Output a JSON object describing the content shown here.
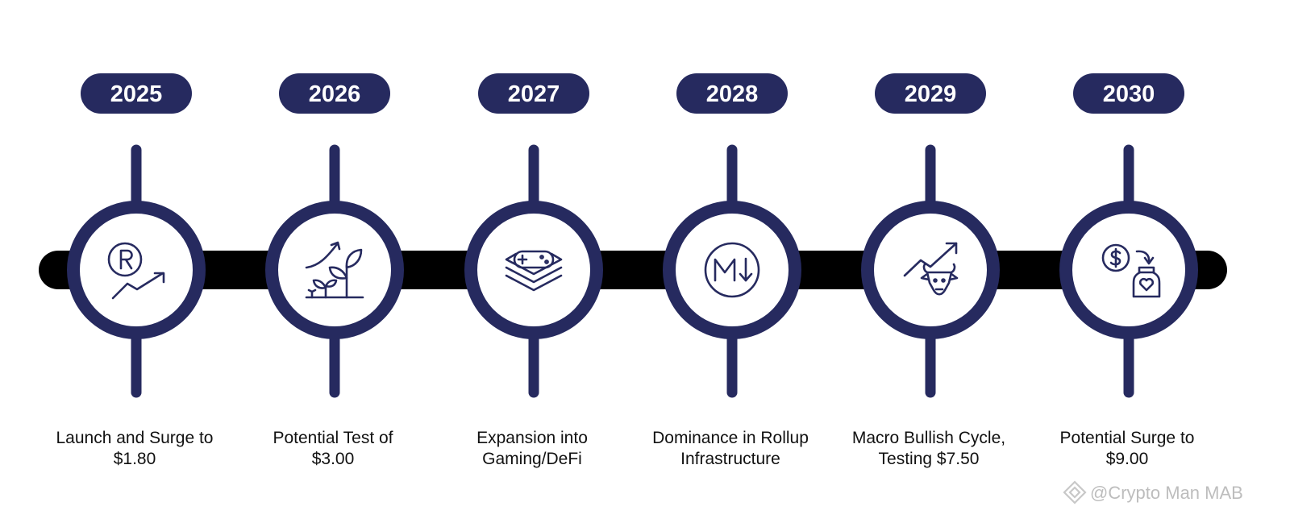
{
  "theme": {
    "navy": "#262a5f",
    "bar": "#000000",
    "text": "#111111",
    "watermark": "#bdbdbd"
  },
  "milestones": [
    {
      "year": "2025",
      "icon": "registered-trend-icon",
      "caption_line1": "Launch and Surge to",
      "caption_line2": "$1.80"
    },
    {
      "year": "2026",
      "icon": "growth-plant-icon",
      "caption_line1": "Potential Test of",
      "caption_line2": "$3.00"
    },
    {
      "year": "2027",
      "icon": "gaming-layers-icon",
      "caption_line1": "Expansion into",
      "caption_line2": "Gaming/DeFi"
    },
    {
      "year": "2028",
      "icon": "m-down-arrow-icon",
      "caption_line1": "Dominance in Rollup",
      "caption_line2": "Infrastructure"
    },
    {
      "year": "2029",
      "icon": "bull-trend-icon",
      "caption_line1": "Macro Bullish Cycle,",
      "caption_line2": "Testing $7.50"
    },
    {
      "year": "2030",
      "icon": "dollar-jar-icon",
      "caption_line1": "Potential Surge to",
      "caption_line2": "$9.00"
    }
  ],
  "watermark": {
    "text": "@Crypto Man MAB",
    "icon": "binance-logo-icon"
  }
}
